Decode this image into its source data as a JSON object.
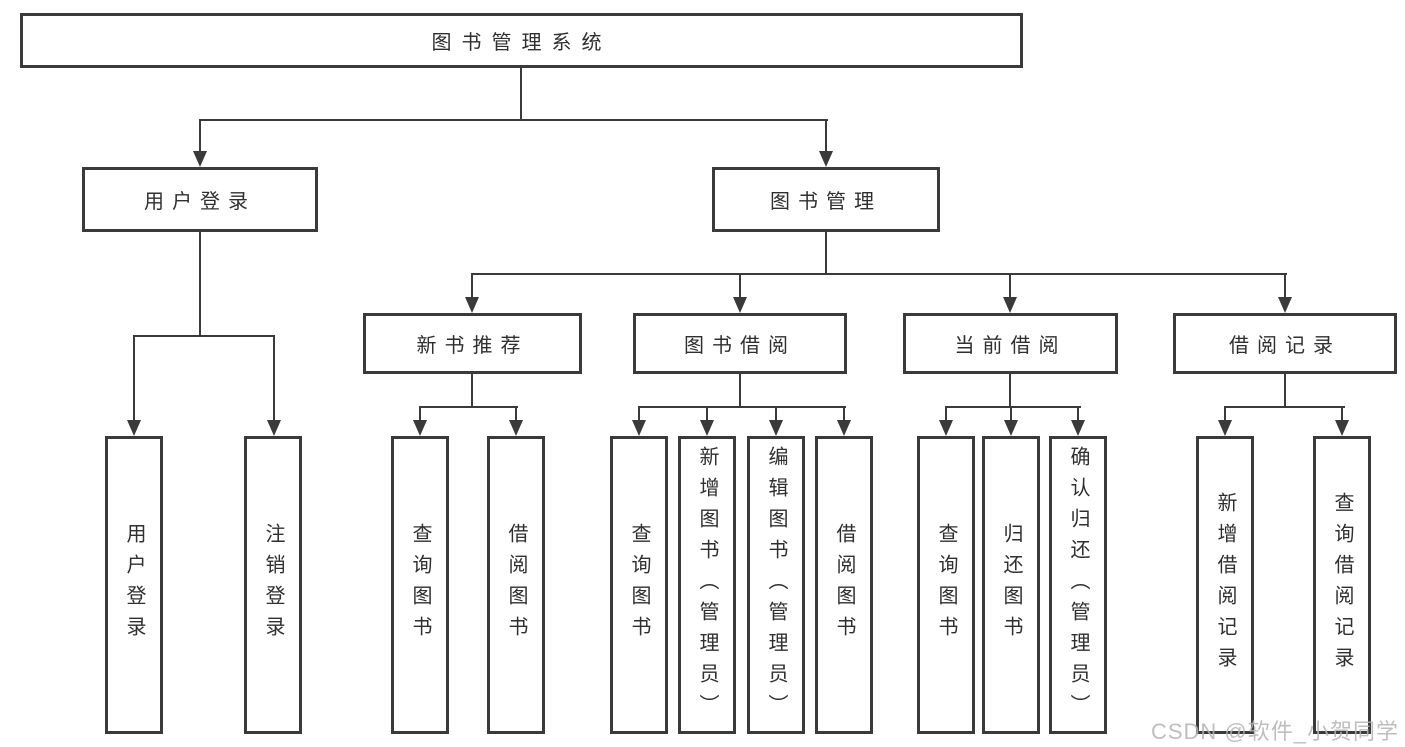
{
  "title": "图书管理系统",
  "tree": {
    "root": {
      "label": "图书管理系统"
    },
    "branches": [
      {
        "label": "用户登录",
        "children": [
          {
            "label": "用户登录"
          },
          {
            "label": "注销登录"
          }
        ]
      },
      {
        "label": "图书管理",
        "children": [
          {
            "label": "新书推荐",
            "children": [
              {
                "label": "查询图书"
              },
              {
                "label": "借阅图书"
              }
            ]
          },
          {
            "label": "图书借阅",
            "children": [
              {
                "label": "查询图书"
              },
              {
                "label": "新增图书（管理员）"
              },
              {
                "label": "编辑图书（管理员）"
              },
              {
                "label": "借阅图书"
              }
            ]
          },
          {
            "label": "当前借阅",
            "children": [
              {
                "label": "查询图书"
              },
              {
                "label": "归还图书"
              },
              {
                "label": "确认归还（管理员）"
              }
            ]
          },
          {
            "label": "借阅记录",
            "children": [
              {
                "label": "新增借阅记录"
              },
              {
                "label": "查询借阅记录"
              }
            ]
          }
        ]
      }
    ]
  },
  "watermark": {
    "text": "CSDN @软件_小贺同学"
  },
  "colors": {
    "line": "#3a3a3a",
    "text": "#2f2f2f",
    "watermark": "#b3b3b3",
    "background": "#ffffff"
  }
}
